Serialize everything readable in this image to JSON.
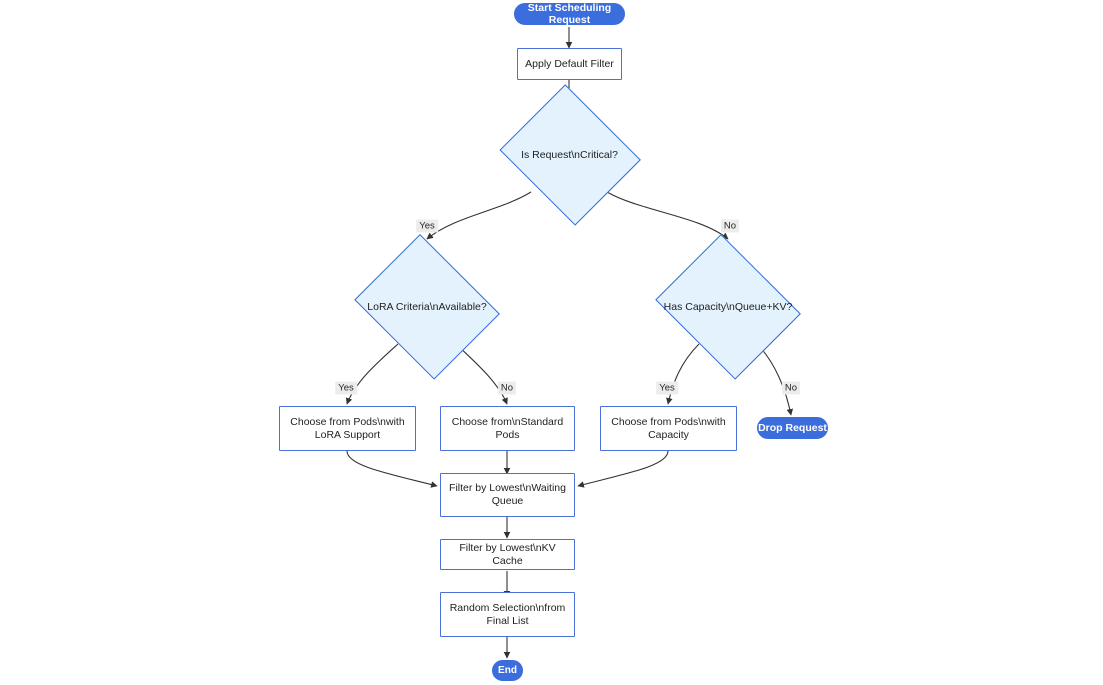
{
  "diagram": {
    "title": "Start Scheduling Request",
    "type": "flowchart",
    "direction": "top-down",
    "background_color": "#ffffff",
    "colors": {
      "terminator_fill": "#3b6ddd",
      "terminator_text": "#ffffff",
      "process_border": "#4a72d8",
      "process_fill": "#ffffff",
      "decision_fill": "#e3f2fd",
      "decision_border": "#2f6ad4",
      "edge_stroke": "#333333",
      "edge_label_bg": "#ececec",
      "text": "#1f1f1f"
    },
    "nodes": [
      {
        "id": "start",
        "kind": "terminator",
        "label": "Start Scheduling Request"
      },
      {
        "id": "apply_filter",
        "kind": "process",
        "label": "Apply Default Filter"
      },
      {
        "id": "is_critical",
        "kind": "decision",
        "label": "Is Request\\nCritical?"
      },
      {
        "id": "lora_criteria",
        "kind": "decision",
        "label": "LoRA Criteria\\nAvailable?"
      },
      {
        "id": "has_capacity",
        "kind": "decision",
        "label": "Has Capacity\\nQueue+KV?"
      },
      {
        "id": "choose_lora",
        "kind": "process",
        "label": "Choose from Pods\\nwith\nLoRA Support"
      },
      {
        "id": "choose_standard",
        "kind": "process",
        "label": "Choose from\\nStandard\nPods"
      },
      {
        "id": "choose_capacity",
        "kind": "process",
        "label": "Choose from Pods\\nwith\nCapacity"
      },
      {
        "id": "drop_request",
        "kind": "terminator",
        "label": "Drop Request"
      },
      {
        "id": "filter_queue",
        "kind": "process",
        "label": "Filter by Lowest\\nWaiting\nQueue"
      },
      {
        "id": "filter_kv",
        "kind": "process",
        "label": "Filter by Lowest\\nKV Cache"
      },
      {
        "id": "random_selection",
        "kind": "process",
        "label": "Random Selection\\nfrom\nFinal List"
      },
      {
        "id": "end",
        "kind": "terminator",
        "label": "End"
      }
    ],
    "edges": [
      {
        "from": "start",
        "to": "apply_filter",
        "label": ""
      },
      {
        "from": "apply_filter",
        "to": "is_critical",
        "label": ""
      },
      {
        "from": "is_critical",
        "to": "lora_criteria",
        "label": "Yes"
      },
      {
        "from": "is_critical",
        "to": "has_capacity",
        "label": "No"
      },
      {
        "from": "lora_criteria",
        "to": "choose_lora",
        "label": "Yes"
      },
      {
        "from": "lora_criteria",
        "to": "choose_standard",
        "label": "No"
      },
      {
        "from": "has_capacity",
        "to": "choose_capacity",
        "label": "Yes"
      },
      {
        "from": "has_capacity",
        "to": "drop_request",
        "label": "No"
      },
      {
        "from": "choose_lora",
        "to": "filter_queue",
        "label": ""
      },
      {
        "from": "choose_standard",
        "to": "filter_queue",
        "label": ""
      },
      {
        "from": "choose_capacity",
        "to": "filter_queue",
        "label": ""
      },
      {
        "from": "filter_queue",
        "to": "filter_kv",
        "label": ""
      },
      {
        "from": "filter_kv",
        "to": "random_selection",
        "label": ""
      },
      {
        "from": "random_selection",
        "to": "end",
        "label": ""
      }
    ],
    "edge_labels": {
      "critical_yes": "Yes",
      "critical_no": "No",
      "lora_yes": "Yes",
      "lora_no": "No",
      "capacity_yes": "Yes",
      "capacity_no": "No"
    }
  }
}
